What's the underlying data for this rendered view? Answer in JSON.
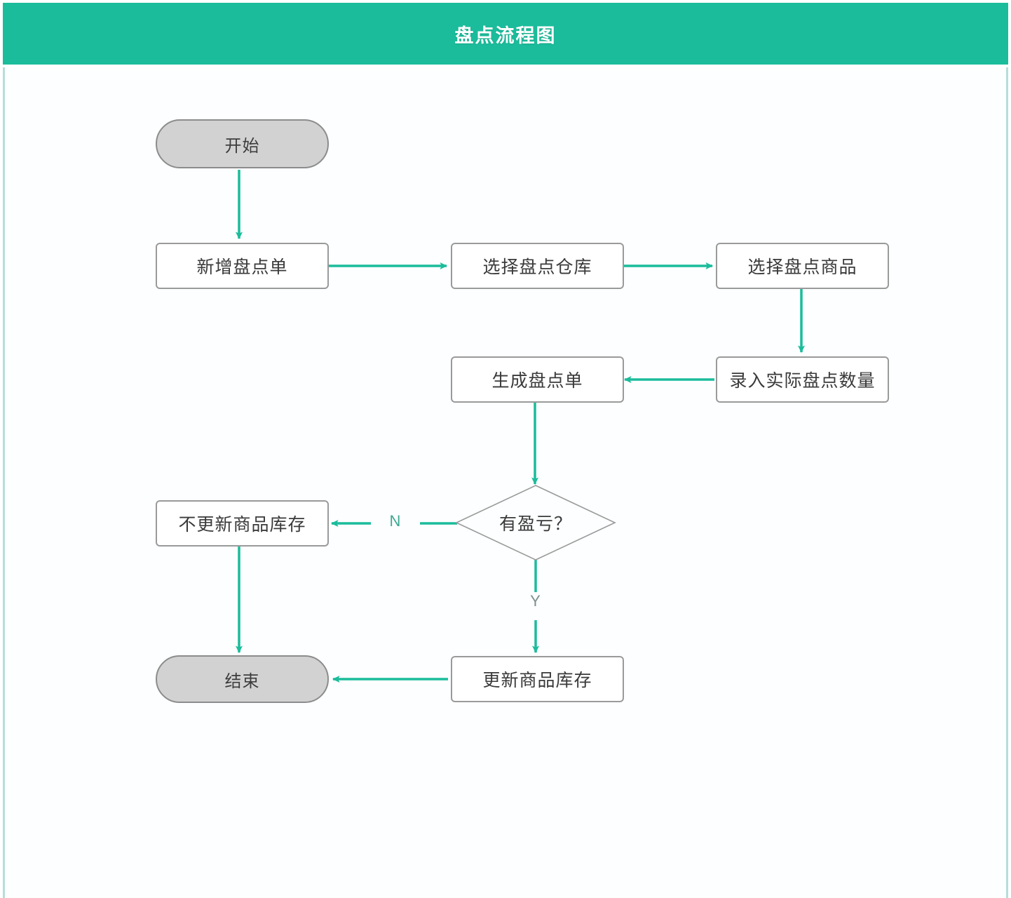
{
  "header": {
    "title": "盘点流程图",
    "accent_color": "#1BBC9B",
    "title_color": "#ffffff"
  },
  "canvas": {
    "background": "#fcfeff",
    "border_color": "#b6ded8"
  },
  "theme": {
    "connector_color": "#1BBC9B",
    "process_border": "#9a9a9a",
    "process_fill": "#ffffff",
    "terminal_fill": "#d2d2d2",
    "terminal_border": "#8c8c8c",
    "decision_border": "#9a9a9a",
    "text_color": "#3a3a3a"
  },
  "chart_data": {
    "type": "diagram",
    "title": "盘点流程图",
    "nodes": [
      {
        "id": "start",
        "label": "开始",
        "shape": "terminal"
      },
      {
        "id": "new-order",
        "label": "新增盘点单",
        "shape": "process"
      },
      {
        "id": "sel-wh",
        "label": "选择盘点仓库",
        "shape": "process"
      },
      {
        "id": "sel-goods",
        "label": "选择盘点商品",
        "shape": "process"
      },
      {
        "id": "enter-qty",
        "label": "录入实际盘点数量",
        "shape": "process"
      },
      {
        "id": "gen-order",
        "label": "生成盘点单",
        "shape": "process"
      },
      {
        "id": "has-diff",
        "label": "有盈亏？",
        "shape": "decision"
      },
      {
        "id": "no-update",
        "label": "不更新商品库存",
        "shape": "process"
      },
      {
        "id": "do-update",
        "label": "更新商品库存",
        "shape": "process"
      },
      {
        "id": "end",
        "label": "结束",
        "shape": "terminal"
      }
    ],
    "edges": [
      {
        "from": "start",
        "to": "new-order",
        "label": ""
      },
      {
        "from": "new-order",
        "to": "sel-wh",
        "label": ""
      },
      {
        "from": "sel-wh",
        "to": "sel-goods",
        "label": ""
      },
      {
        "from": "sel-goods",
        "to": "enter-qty",
        "label": ""
      },
      {
        "from": "enter-qty",
        "to": "gen-order",
        "label": ""
      },
      {
        "from": "gen-order",
        "to": "has-diff",
        "label": ""
      },
      {
        "from": "has-diff",
        "to": "no-update",
        "label": "N"
      },
      {
        "from": "has-diff",
        "to": "do-update",
        "label": "Y"
      },
      {
        "from": "no-update",
        "to": "end",
        "label": ""
      },
      {
        "from": "do-update",
        "to": "end",
        "label": ""
      }
    ]
  },
  "labels": {
    "branch_no": "N",
    "branch_yes": "Y"
  }
}
